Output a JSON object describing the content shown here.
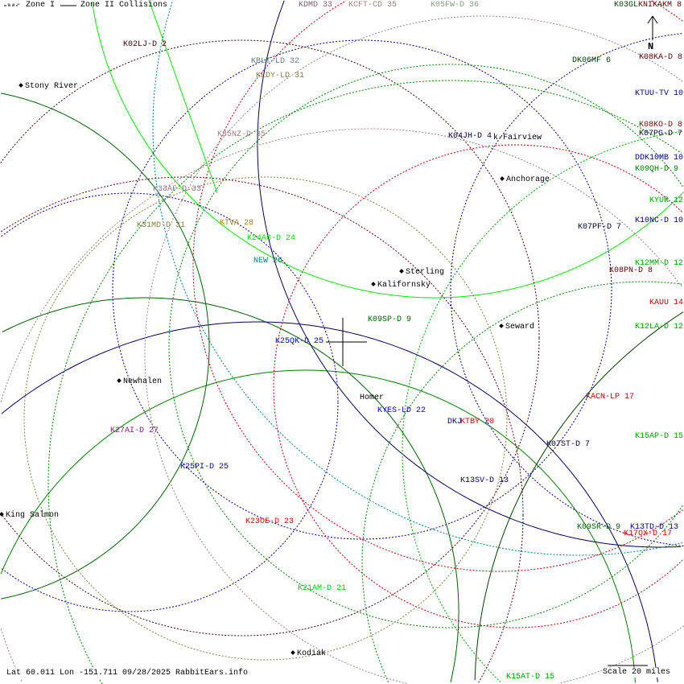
{
  "legend": {
    "zone1": "--- Zone I",
    "zone2": "Zone II Collisions"
  },
  "north_label": "N",
  "footer": {
    "info": "Lat 60.011 Lon -151.711 09/28/2025 RabbitEars.info",
    "scale": "Scale 20 miles"
  },
  "stations": [
    {
      "label": "K02LJ-D 2",
      "color": "#400000"
    },
    {
      "label": "KDMD 33",
      "color": "#806070"
    },
    {
      "label": "KCFT-CD 35",
      "color": "#a08080"
    },
    {
      "label": "K05FW-D 36",
      "color": "#80a080"
    },
    {
      "label": "K03GL",
      "color": "#004000"
    },
    {
      "label": "KNIKAKM 8",
      "color": "#600000"
    },
    {
      "label": "KBLT-LD 32",
      "color": "#608080"
    },
    {
      "label": "KLDY-LD 31",
      "color": "#808040"
    },
    {
      "label": "K35NZ-D 35",
      "color": "#a08080"
    },
    {
      "label": "K33AF-D 33",
      "color": "#907090"
    },
    {
      "label": "K31MD-D 31",
      "color": "#808040"
    },
    {
      "label": "KTVA 28",
      "color": "#a08020"
    },
    {
      "label": "K24AG-D 24",
      "color": "#00e000"
    },
    {
      "label": "NEW 26",
      "color": "#008080"
    },
    {
      "label": "K09SP-D 9",
      "color": "#006000"
    },
    {
      "label": "K25QK-D 25",
      "color": "#0000ff"
    },
    {
      "label": "KYES-LD 22",
      "color": "#0000e0"
    },
    {
      "label": "DKJ",
      "color": "#000080"
    },
    {
      "label": "KTBY 20",
      "color": "#e00000"
    },
    {
      "label": "K27AI-D 27",
      "color": "#802080"
    },
    {
      "label": "K25PI-D 25",
      "color": "#0000e0"
    },
    {
      "label": "K23OE-D 23",
      "color": "#ff0000"
    },
    {
      "label": "K21AM-D 21",
      "color": "#00d000"
    },
    {
      "label": "K13SV-D 13",
      "color": "#000080"
    },
    {
      "label": "K07ST-D 7",
      "color": "#000040"
    },
    {
      "label": "K09SR-D 9",
      "color": "#006000"
    },
    {
      "label": "K13TD-D 13",
      "color": "#000080"
    },
    {
      "label": "K17OX-D 17",
      "color": "#e00000"
    },
    {
      "label": "K15AP-D 15",
      "color": "#00a000"
    },
    {
      "label": "KACN-LP 17",
      "color": "#c00000"
    },
    {
      "label": "K12LA-D 12",
      "color": "#00a000"
    },
    {
      "label": "KAUU 14",
      "color": "#c00000"
    },
    {
      "label": "K12MM-D 12",
      "color": "#00a000"
    },
    {
      "label": "K08PN-D 8",
      "color": "#600000"
    },
    {
      "label": "K10NC-D 10",
      "color": "#000080"
    },
    {
      "label": "KYUR 12",
      "color": "#00a000"
    },
    {
      "label": "K07PF-D 7",
      "color": "#000040"
    },
    {
      "label": "K09QH-D 9",
      "color": "#008000"
    },
    {
      "label": "DDK10MB 10",
      "color": "#000080"
    },
    {
      "label": "K07PG-D 7",
      "color": "#000040"
    },
    {
      "label": "K08KO-D 8",
      "color": "#800000"
    },
    {
      "label": "KTUU-TV 10",
      "color": "#000080"
    },
    {
      "label": "DK06MF 6",
      "color": "#004000"
    },
    {
      "label": "K08KA-D 8",
      "color": "#600000"
    },
    {
      "label": "K04JH-D 4",
      "color": "#000040"
    },
    {
      "label": "K15AT-D 15",
      "color": "#00a000"
    }
  ],
  "cities": [
    "Stony River",
    "Anchorage",
    "Sterling",
    "Kalifornsky",
    "Seward",
    "Newhalen",
    "King Salmon",
    "Kodiak",
    "Homer",
    "k-Fairview"
  ]
}
